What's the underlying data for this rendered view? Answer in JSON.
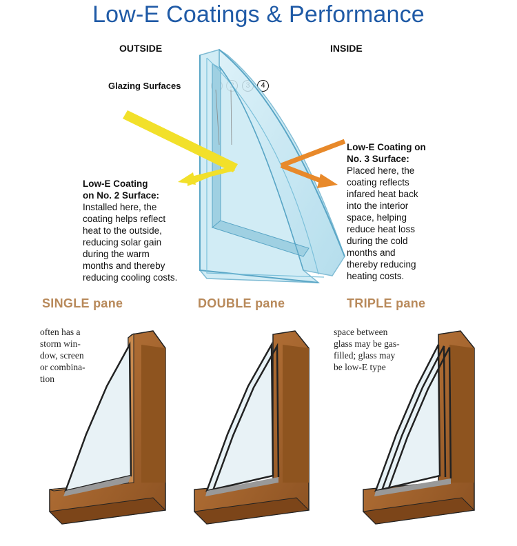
{
  "title": "Low-E Coatings & Performance",
  "labels": {
    "outside": "OUTSIDE",
    "inside": "INSIDE",
    "glazing_surfaces": "Glazing Surfaces",
    "surface_numbers": [
      "1",
      "2",
      "3",
      "4"
    ]
  },
  "callouts": {
    "surface2": {
      "heading_line1": "Low-E Coating",
      "heading_line2": "on No. 2 Surface:",
      "body": [
        "Installed here, the",
        "coating helps reflect",
        "heat to the outside,",
        "reducing solar gain",
        "during the warm",
        "months and thereby",
        "reducing cooling costs."
      ]
    },
    "surface3": {
      "heading_line1": "Low-E Coating on",
      "heading_line2": "No. 3 Surface:",
      "body": [
        "Placed here, the",
        "coating reflects",
        "infared heat back",
        "into the interior",
        "space, helping",
        "reduce heat loss",
        "during the cold",
        "months and",
        "thereby reducing",
        "heating costs."
      ]
    }
  },
  "panes": {
    "single": {
      "title": "SINGLE pane",
      "note": [
        "often has a",
        "storm win-",
        "dow, screen",
        "or combina-",
        "tion"
      ]
    },
    "double": {
      "title": "DOUBLE pane"
    },
    "triple": {
      "title": "TRIPLE pane",
      "note": [
        "space between",
        "glass may be gas-",
        "filled; glass may",
        "be low-E type"
      ]
    }
  },
  "colors": {
    "title": "#1f5aa6",
    "pane_title": "#b8895a",
    "wood": "#a8652d",
    "glass": "#bfe2ef",
    "sun_arrow": "#f2e02a",
    "heat_arrow": "#e8892a"
  }
}
